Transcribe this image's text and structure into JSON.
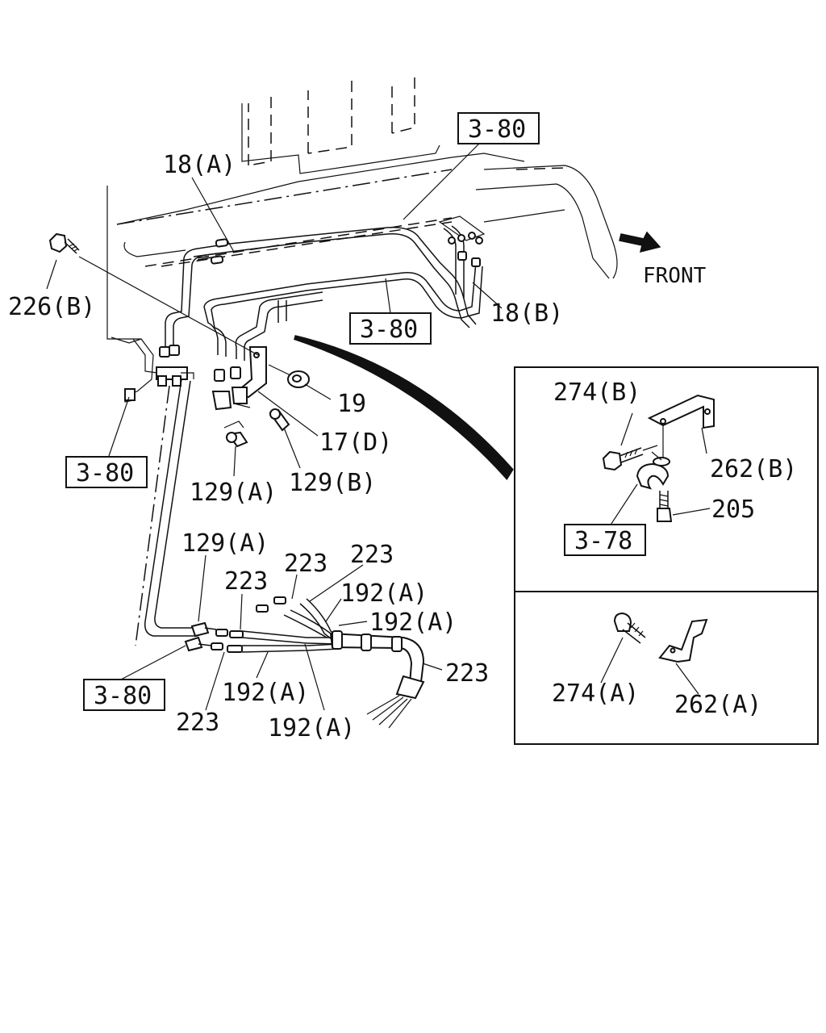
{
  "front_label": "FRONT",
  "icons": {
    "front_arrow": "front-direction-arrow-icon"
  },
  "refs": {
    "r1": "3-80",
    "r2": "3-80",
    "r3": "3-80",
    "r4": "3-80",
    "r5": "3-78"
  },
  "labels": {
    "l18a": "18(A)",
    "l18b": "18(B)",
    "l226b": "226(B)",
    "l19": "19",
    "l17d": "17(D)",
    "l129a_top": "129(A)",
    "l129b": "129(B)",
    "l129a_mid": "129(A)",
    "l223_a": "223",
    "l223_b": "223",
    "l223_c": "223",
    "l223_d": "223",
    "l223_e": "223",
    "l192a_1": "192(A)",
    "l192a_2": "192(A)",
    "l192a_3": "192(A)",
    "l192a_4": "192(A)",
    "l274b": "274(B)",
    "l262b": "262(B)",
    "l205": "205",
    "l274a": "274(A)",
    "l262a": "262(A)"
  }
}
